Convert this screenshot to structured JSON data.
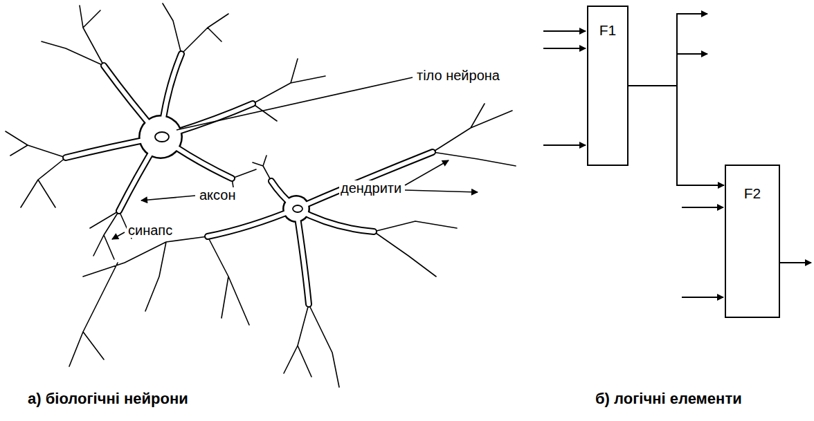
{
  "diagram": {
    "nodes": [
      {
        "text": [
          "F1"
        ]
      },
      {
        "text": [
          "F2"
        ]
      }
    ],
    "edges": [
      {
        "from": 0,
        "to": 1,
        "arrow": "to"
      }
    ],
    "labels": [
      "тіло нейрона",
      "аксон",
      "синапс",
      "дендрити",
      "а) біологічні нейрони",
      "б) логічні елементи"
    ]
  }
}
